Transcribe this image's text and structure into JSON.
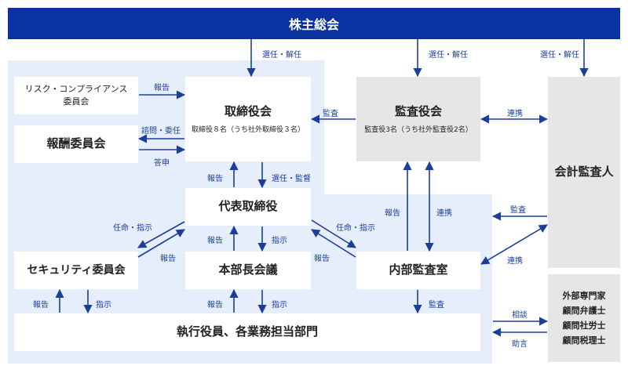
{
  "boxes": {
    "shareholders": "株主総会",
    "board": "取締役会",
    "board_sub": "取締役８名（うち社外取締役３名）",
    "audit_board": "監査役会",
    "audit_board_sub": "監査役3名（うち社外監査役2名）",
    "accounting_auditor": "会計監査人",
    "risk_committee_line1": "リスク・コンプライアンス",
    "risk_committee_line2": "委員会",
    "compensation_committee": "報酬委員会",
    "representative_director": "代表取締役",
    "security_committee": "セキュリティ委員会",
    "division_managers_meeting": "本部長会議",
    "internal_audit_office": "内部監査室",
    "executive_officers": "執行役員、各業務担当部門",
    "experts": [
      "外部専門家",
      "顧問弁護士",
      "顧問社労士",
      "顧問税理士"
    ]
  },
  "labels": {
    "elect_dismiss_1": "選任・解任",
    "elect_dismiss_2": "選任・解任",
    "elect_dismiss_3": "選任・解任",
    "report_risk": "報告",
    "audit_board_arrow": "監査",
    "cooperation_auditor": "連携",
    "consult_delegate": "諮問・委任",
    "report_comp": "答申",
    "report_rep_to_board": "報告",
    "elect_supervise": "選任・監督",
    "report_internal_to_audit": "報告",
    "cooperation_internal": "連携",
    "audit_auditor": "監査",
    "cooperation_auditor_internal": "連携",
    "appoint_instruct_left": "任命・指示",
    "report_security": "報告",
    "report_meeting_to_rep": "報告",
    "instruct_rep_to_meeting": "指示",
    "appoint_instruct_right": "任命・指示",
    "report_internal_to_rep": "報告",
    "report_exec_to_security": "報告",
    "instruct_security_to_exec": "指示",
    "report_exec_to_meeting": "報告",
    "instruct_meeting_to_exec": "指示",
    "audit_internal_to_exec": "監査",
    "consult_experts": "相談",
    "advice_experts": "助言"
  },
  "colors": {
    "accent": "#0a32a0",
    "panel": "#e6eefb",
    "gray_box": "#e6e6e6",
    "arrow": "#1a3e9a"
  }
}
